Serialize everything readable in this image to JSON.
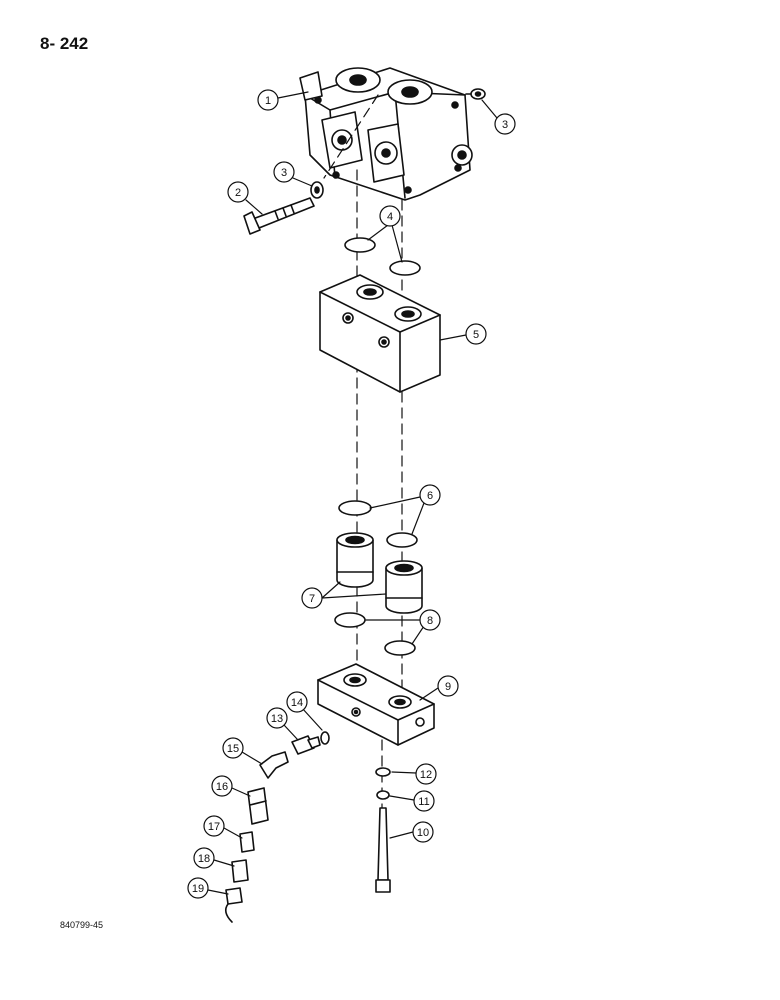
{
  "page": {
    "number": "8- 242",
    "figure_code": "840799-45"
  },
  "callouts": [
    "1",
    "2",
    "3",
    "3",
    "4",
    "5",
    "6",
    "7",
    "8",
    "9",
    "10",
    "11",
    "12",
    "13",
    "14",
    "15",
    "16",
    "17",
    "18",
    "19"
  ],
  "colors": {
    "ink": "#111111",
    "paper": "#ffffff"
  }
}
